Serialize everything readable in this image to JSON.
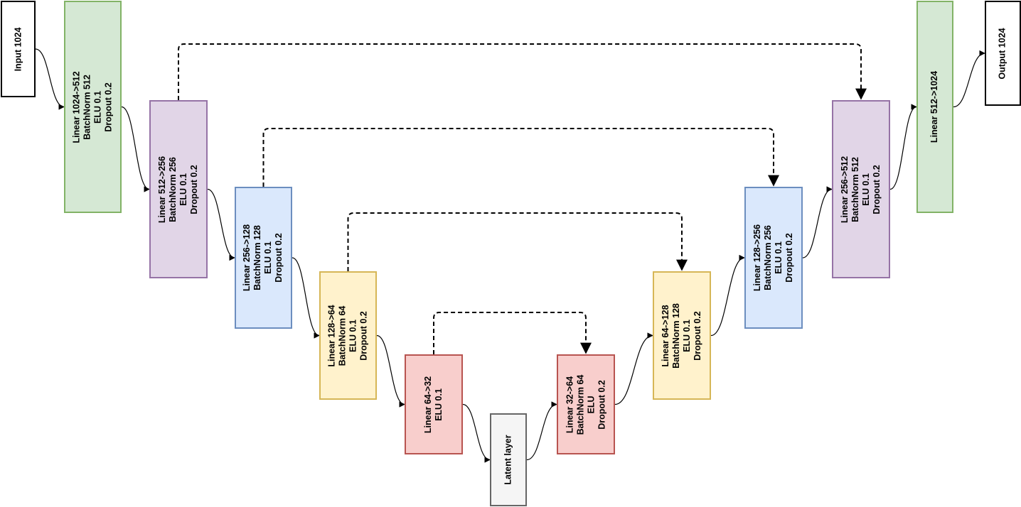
{
  "colors": {
    "green": {
      "fill": "#d5e8d4",
      "stroke": "#82b366"
    },
    "purple": {
      "fill": "#e1d5e7",
      "stroke": "#9673a6"
    },
    "blue": {
      "fill": "#dae8fc",
      "stroke": "#6c8ebf"
    },
    "yellow": {
      "fill": "#fff2cc",
      "stroke": "#d6b656"
    },
    "red": {
      "fill": "#f8cecc",
      "stroke": "#b85450"
    },
    "gray": {
      "fill": "#f5f5f5",
      "stroke": "#666666"
    },
    "white": {
      "fill": "#ffffff",
      "stroke": "#000000"
    },
    "text": "#000000",
    "edge": "#000000"
  },
  "nodes": {
    "input": {
      "lines": [
        "Input 1024"
      ],
      "color": "white"
    },
    "enc1": {
      "lines": [
        "Linear 1024->512",
        "BatchNorm 512",
        "ELU 0.1",
        "Dropout 0.2"
      ],
      "color": "green"
    },
    "enc2": {
      "lines": [
        "Linear 512->256",
        "BatchNorm 256",
        "ELU 0.1",
        "Dropout 0.2"
      ],
      "color": "purple"
    },
    "enc3": {
      "lines": [
        "Linear 256->128",
        "BatchNorm 128",
        "ELU 0.1",
        "Dropout 0.2"
      ],
      "color": "blue"
    },
    "enc4": {
      "lines": [
        "Linear 128->64",
        "BatchNorm 64",
        "ELU 0.1",
        "Dropout 0.2"
      ],
      "color": "yellow"
    },
    "enc5": {
      "lines": [
        "Linear 64->32",
        "ELU 0.1"
      ],
      "color": "red"
    },
    "latent": {
      "lines": [
        "Latent layer"
      ],
      "color": "gray"
    },
    "dec1": {
      "lines": [
        "Linear 32->64",
        "BatchNorm 64",
        "ELU",
        "Dropout 0.2"
      ],
      "color": "red"
    },
    "dec2": {
      "lines": [
        "Linear 64->128",
        "BatchNorm 128",
        "ELU 0.1",
        "Dropout 0.2"
      ],
      "color": "yellow"
    },
    "dec3": {
      "lines": [
        "Linear 128->256",
        "BatchNorm 256",
        "ELU 0.1",
        "Dropout 0.2"
      ],
      "color": "blue"
    },
    "dec4": {
      "lines": [
        "Linear 256->512",
        "BatchNorm 512",
        "ELU 0.1",
        "Dropout 0.2"
      ],
      "color": "purple"
    },
    "dec5": {
      "lines": [
        "Linear 512->1024"
      ],
      "color": "green"
    },
    "output": {
      "lines": [
        "Output 1024"
      ],
      "color": "white"
    }
  },
  "edges": [
    {
      "from": "input",
      "to": "enc1",
      "style": "solid"
    },
    {
      "from": "enc1",
      "to": "enc2",
      "style": "solid"
    },
    {
      "from": "enc2",
      "to": "enc3",
      "style": "solid"
    },
    {
      "from": "enc3",
      "to": "enc4",
      "style": "solid"
    },
    {
      "from": "enc4",
      "to": "enc5",
      "style": "solid"
    },
    {
      "from": "enc5",
      "to": "latent",
      "style": "solid"
    },
    {
      "from": "latent",
      "to": "dec1",
      "style": "solid"
    },
    {
      "from": "dec1",
      "to": "dec2",
      "style": "solid"
    },
    {
      "from": "dec2",
      "to": "dec3",
      "style": "solid"
    },
    {
      "from": "dec3",
      "to": "dec4",
      "style": "solid"
    },
    {
      "from": "dec4",
      "to": "dec5",
      "style": "solid"
    },
    {
      "from": "dec5",
      "to": "output",
      "style": "solid"
    },
    {
      "from": "enc2",
      "to": "dec4",
      "style": "dashed"
    },
    {
      "from": "enc3",
      "to": "dec3",
      "style": "dashed"
    },
    {
      "from": "enc4",
      "to": "dec2",
      "style": "dashed"
    },
    {
      "from": "enc5",
      "to": "dec1",
      "style": "dashed"
    }
  ]
}
